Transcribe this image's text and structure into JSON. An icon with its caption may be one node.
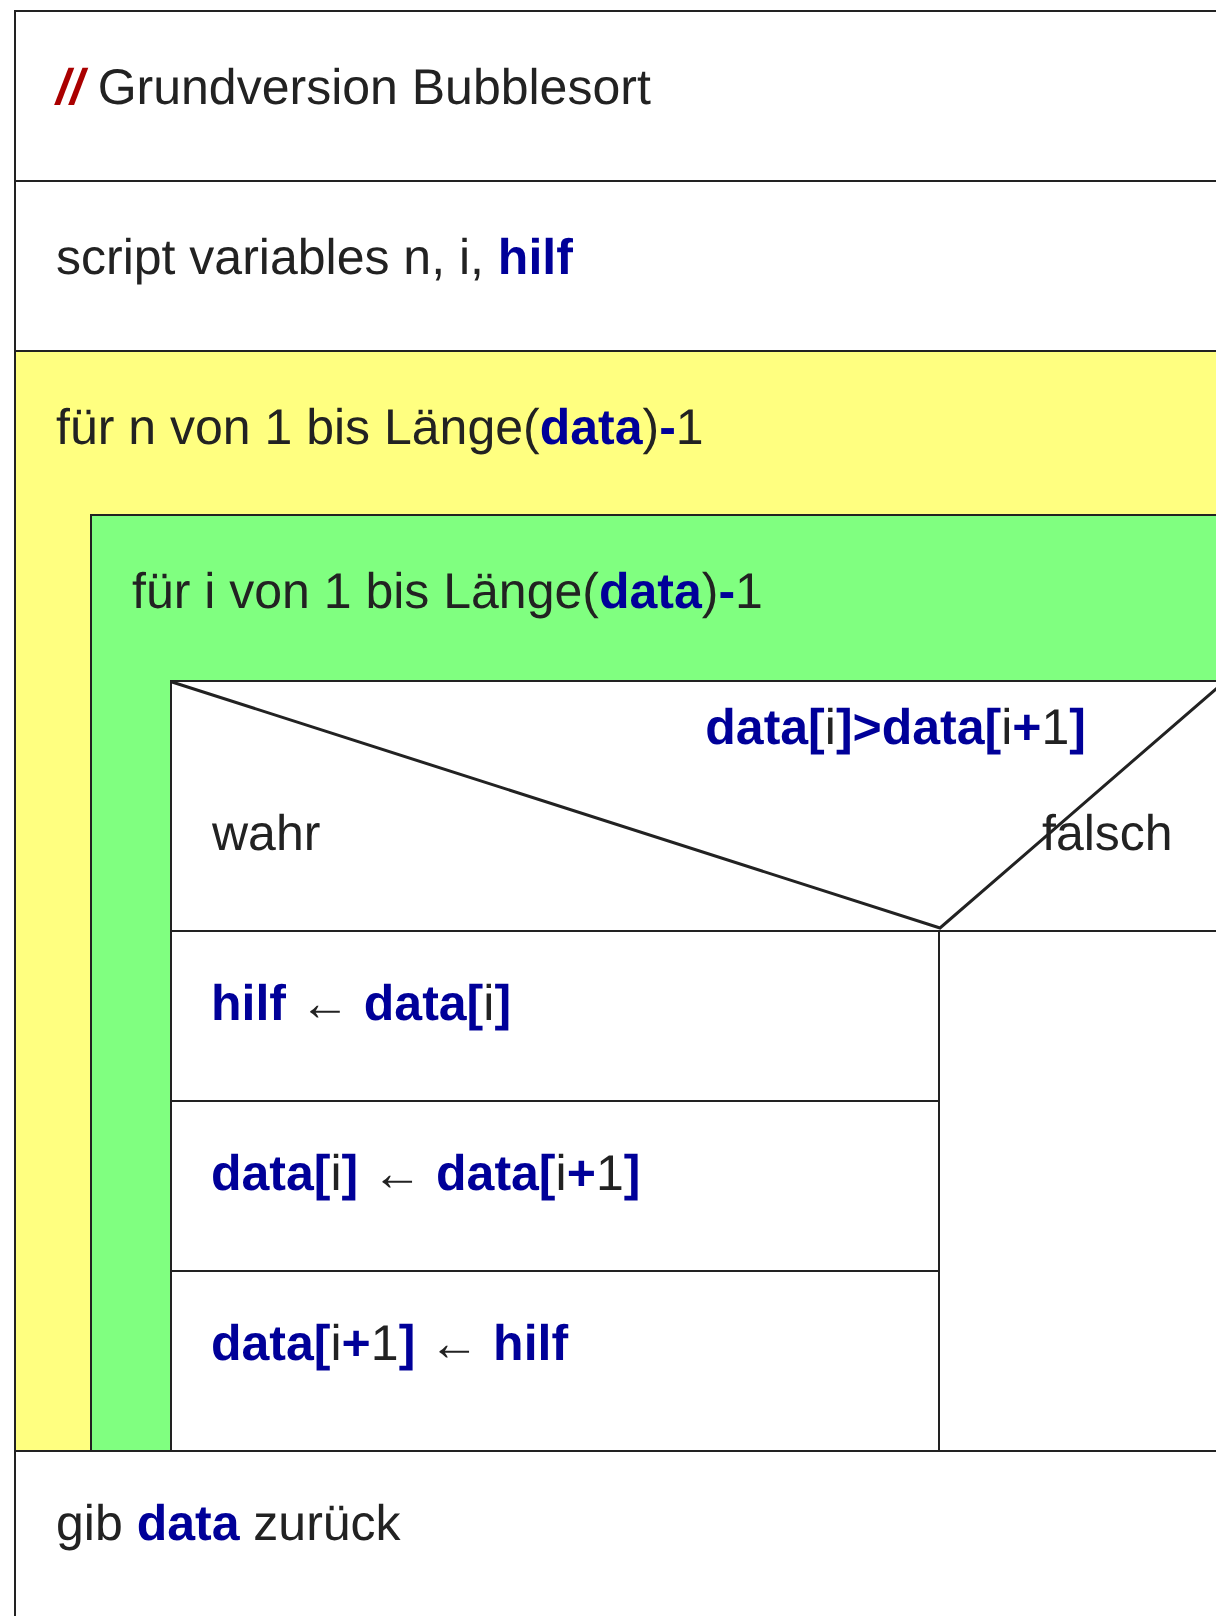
{
  "diagram": {
    "nodes": [
      {
        "text": [
          "*//* Grundversion Bubblesort"
        ]
      },
      {
        "text": [
          "script variables n, i, **hilf**"
        ]
      },
      {
        "text": [
          "für n von 1 bis Länge(**data**)**-**1"
        ]
      },
      {
        "text": [
          "für i von 1 bis Länge(**data**)**-**1"
        ],
        "in": 2
      },
      {
        "text": [
          "**data[**i**]>data[**i**+**1**]**",
          "wahr",
          "falsch"
        ],
        "in": 3
      },
      {
        "text": [
          "**hilf** ← **data[**i**]**"
        ],
        "in": 4
      },
      {
        "text": [
          "**data[**i**]** ← **data[**i**+**1**]**"
        ],
        "in": 4
      },
      {
        "text": [
          "**data[**i**+**1**]** ← **hilf**"
        ],
        "in": 4
      },
      {
        "text": [],
        "shape": "box",
        "in": 4
      },
      {
        "text": [
          "gib **data** zurück"
        ]
      }
    ]
  }
}
